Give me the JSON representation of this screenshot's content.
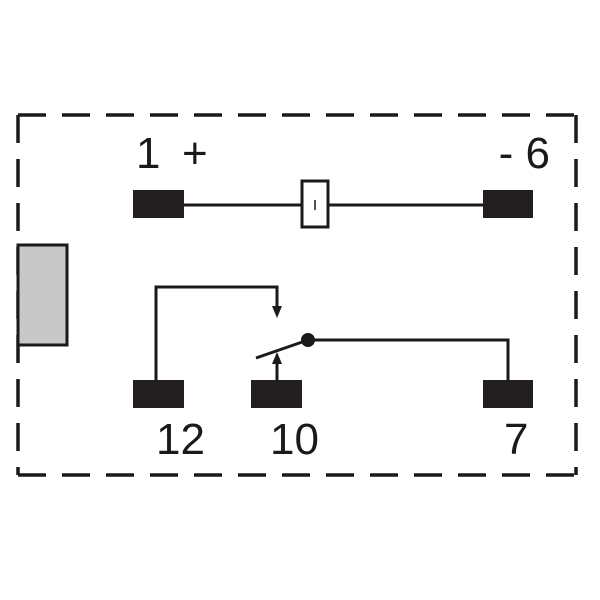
{
  "pins": {
    "pin1": "1",
    "pin1_polarity": "+",
    "pin6": "- 6",
    "pin12": "12",
    "pin10": "10",
    "pin7": "7"
  },
  "colors": {
    "line": "#1a1a1a",
    "pad": "#231f20",
    "tab": "#c8c8c8"
  }
}
